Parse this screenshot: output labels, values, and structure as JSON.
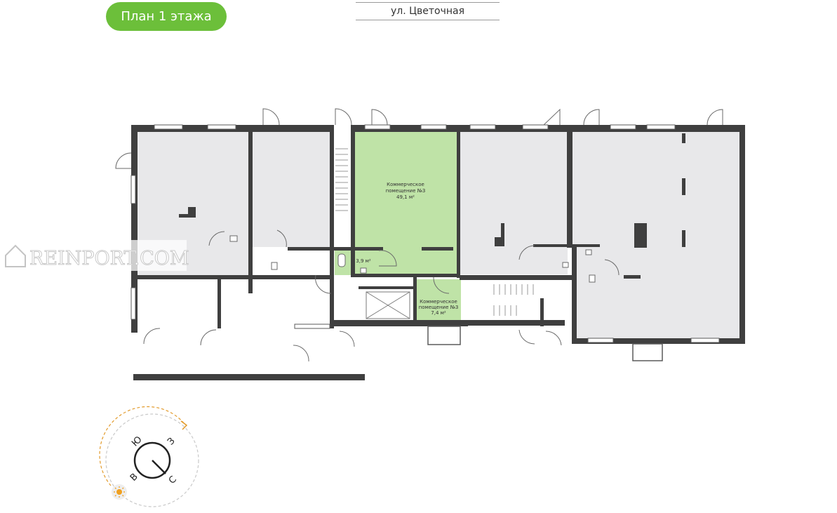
{
  "header": {
    "floor_label": "План 1 этажа",
    "street_label": "ул. Цветочная"
  },
  "rooms": {
    "commercial_3": {
      "line1": "Коммерческое",
      "line2": "помещение №3",
      "area": "49,1 м²"
    },
    "bathroom": {
      "area": "3,9 м²"
    },
    "commercial_3b": {
      "line1": "Коммерческое",
      "line2": "помещение №3",
      "area": "7,4 м²"
    }
  },
  "watermark": {
    "text": "REINPORT.COM"
  },
  "compass": {
    "north": "С",
    "south": "Ю",
    "east": "В",
    "west": "З"
  },
  "colors": {
    "highlight": "#bfe3a7",
    "room_fill": "#e8e8ea",
    "wall": "#3f3f3f",
    "accent_green": "#6cbf3a",
    "sun": "#f0a020"
  }
}
